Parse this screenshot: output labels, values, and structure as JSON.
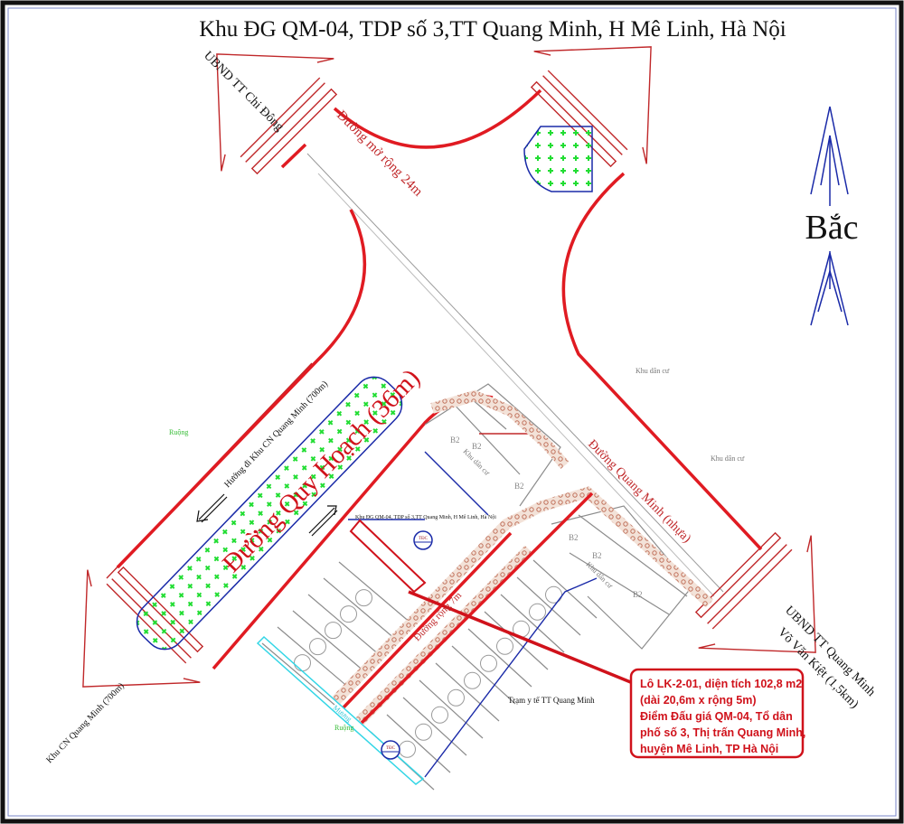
{
  "title": "Khu ĐG QM-04, TDP số 3,TT Quang Minh, H Mê Linh, Hà Nội",
  "compass": {
    "label": "Bắc",
    "icon": "north-arrow-icon",
    "color": "#1a2aa8"
  },
  "roads": {
    "expanded_road": "Đường mở rộng 24m",
    "quang_minh_road": "Đường Quang Minh (nhựa)",
    "planned_road": "Đường Quy Hoạch (36m)",
    "road_7m": "Đường rộng 7m",
    "direction_note": "Hướng đi Khu CN Quang Minh (700m)"
  },
  "destinations": {
    "top_left": "UBND TT Chi Đông",
    "bottom_right_1": "UBND TT Quang Minh",
    "bottom_right_2": "Võ Văn Kiệt (1,5km)",
    "bottom_left": "Khu CN Quang Minh (700m)"
  },
  "areas": {
    "residential": "Khu dân cư",
    "field": "Ruộng",
    "canal": "Mương",
    "block": "B2",
    "resettlement": "TĐC",
    "health_station": "Trạm y tế TT Quang Minh",
    "site_label": "Khu ĐG QM-04, TDP số 3,TT Quang Minh, H Mê Linh, Hà Nội"
  },
  "callout": {
    "lines": [
      "Lô LK-2-01, diện tích 102,8 m2",
      "(dài 20,6m x rộng 5m)",
      "Điểm Đấu giá QM-04, Tổ dân",
      "phố số 3, Thị trấn Quang Minh,",
      "huyện Mê Linh, TP Hà Nội"
    ],
    "color": "#d0121b"
  },
  "colors": {
    "road_edge": "#e01b22",
    "green_area": "#22dd33",
    "boundary": "#1a2aa8",
    "canal": "#33d6e6",
    "sidewalk": "#c89a80"
  }
}
